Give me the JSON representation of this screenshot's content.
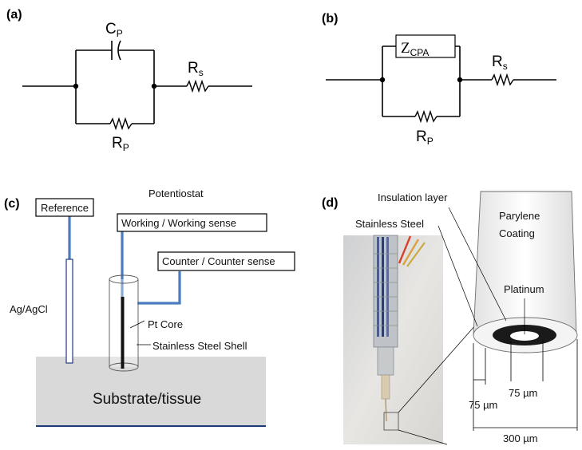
{
  "panels": {
    "a": "(a)",
    "b": "(b)",
    "c": "(c)",
    "d": "(d)"
  },
  "circuit_a": {
    "cp_main": "C",
    "cp_sub": "P",
    "rs_main": "R",
    "rs_sub": "s",
    "rp_main": "R",
    "rp_sub": "P"
  },
  "circuit_b": {
    "zcpa_main": "Z",
    "zcpa_sub": "CPA",
    "rs_main": "R",
    "rs_sub": "s",
    "rp_main": "R",
    "rp_sub": "P"
  },
  "setup_c": {
    "reference": "Reference",
    "potentiostat": "Potentiostat",
    "working": "Working / Working sense",
    "counter": "Counter / Counter sense",
    "ag_agcl": "Ag/AgCl",
    "pt_core": "Pt Core",
    "steel_shell": "Stainless Steel Shell",
    "substrate": "Substrate/tissue"
  },
  "electrode_d": {
    "insulation": "Insulation layer",
    "stainless": "Stainless Steel",
    "parylene_line1": "Parylene",
    "parylene_line2": "Coating",
    "platinum": "Platinum",
    "dim_75_inner": "75 µm",
    "dim_75_outer": "75 µm",
    "dim_300": "300 µm"
  },
  "colors": {
    "wire_blue": "#4a7cc0",
    "substrate_gray": "#d9d9d9",
    "substrate_edge": "#1f3a7a",
    "platinum_black": "#1a1a1a"
  }
}
